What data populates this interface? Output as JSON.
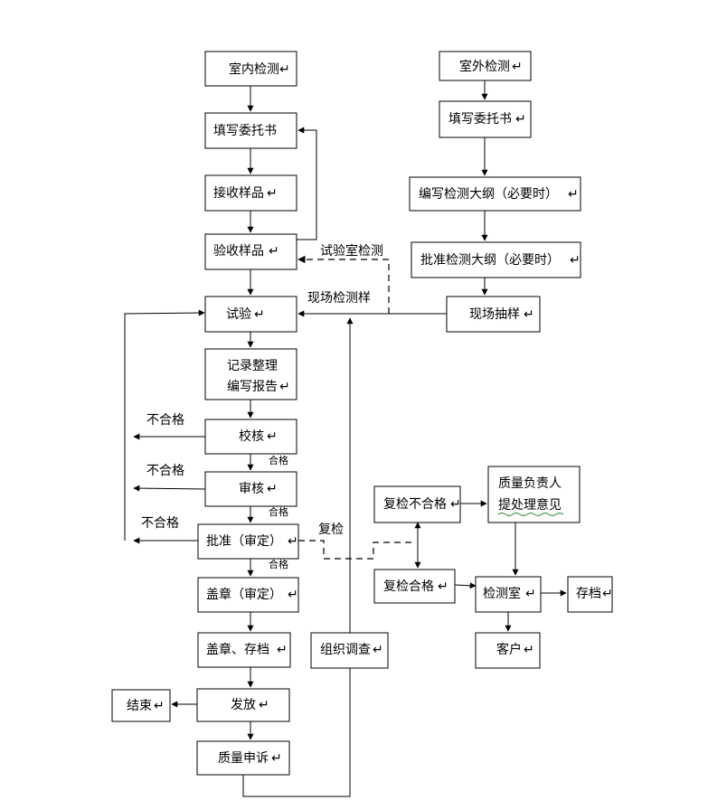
{
  "nodes": {
    "indoor": "室内检测",
    "fill_in": "填写委托书",
    "receive": "接收样品",
    "accept": "验收样品",
    "test": "试验",
    "record_1": "记录整理",
    "record_2": "编写报告",
    "check": "校核",
    "review": "审核",
    "approve": "批准（审定）",
    "stamp": "盖章（审定）",
    "stamp_archive": "盖章、存档",
    "issue": "发放",
    "end": "结束",
    "complaint": "质量申诉",
    "investigate": "组织调查",
    "outdoor": "室外检测",
    "fill_out": "填写委托书",
    "outline": "编写检测大纲（必要时）",
    "approve_outline": "批准检测大纲（必要时）",
    "sampling": "现场抽样",
    "recheck_fail": "复检不合格",
    "quality_1": "质量负责人",
    "quality_2": "提处理意见",
    "recheck_pass": "复检合格",
    "lab": "检测室",
    "archive": "存档",
    "client": "客户"
  },
  "labels": {
    "lab_test": "试验室检测",
    "field_sample": "现场检测样",
    "fail_1": "不合格",
    "fail_2": "不合格",
    "fail_3": "不合格",
    "pass_1": "合格",
    "pass_2": "合格",
    "pass_3": "合格",
    "recheck": "复检"
  },
  "para_mark": "↵"
}
